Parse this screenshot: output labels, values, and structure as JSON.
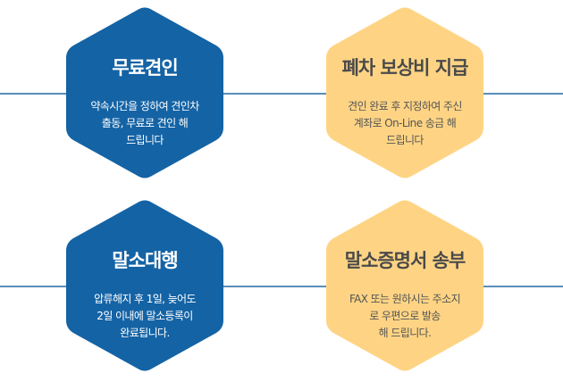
{
  "colors": {
    "line": "#5b8db8",
    "blue_hex": "#1463a5",
    "yellow_hex": "#fed484"
  },
  "services": [
    {
      "title": "무료견인",
      "description_lines": [
        "약속시간을 정하여 견인차",
        "출동, 무료로 견인 해",
        "드립니다"
      ]
    },
    {
      "title": "폐차 보상비 지급",
      "description_lines": [
        "견인 완료 후 지정하여 주신",
        "계좌로 On-Line 송금 해",
        "드립니다"
      ]
    },
    {
      "title": "말소대행",
      "description_lines": [
        "압류해지 후 1일, 늦어도",
        "2일 이내에 말소등록이",
        "완료됩니다."
      ]
    },
    {
      "title": "말소증명서 송부",
      "description_lines": [
        "FAX 또는 원하시는 주소지",
        "로 우편으로 발송",
        "해 드립니다."
      ]
    }
  ]
}
